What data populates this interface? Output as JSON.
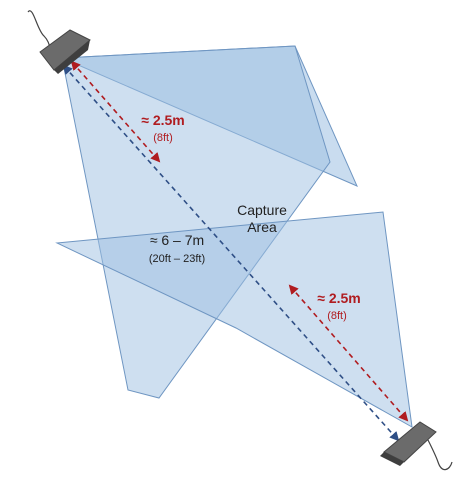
{
  "diagram": {
    "capture_label_line1": "Capture",
    "capture_label_line2": "Area",
    "diagonal_label": "≈ 6 – 7m",
    "diagonal_sub": "(20ft – 23ft)",
    "upper_dist_label": "≈ 2.5m",
    "upper_dist_sub": "(8ft)",
    "lower_dist_label": "≈ 2.5m",
    "lower_dist_sub": "(8ft)"
  },
  "colors": {
    "frustum_fill": "#9dbfe1",
    "frustum_stroke": "#6f96c2",
    "diagonal_arrow": "#2f4f86",
    "distance_arrow": "#b01c20",
    "text_dark": "#222222",
    "camera_body": "#6b6b6b"
  }
}
